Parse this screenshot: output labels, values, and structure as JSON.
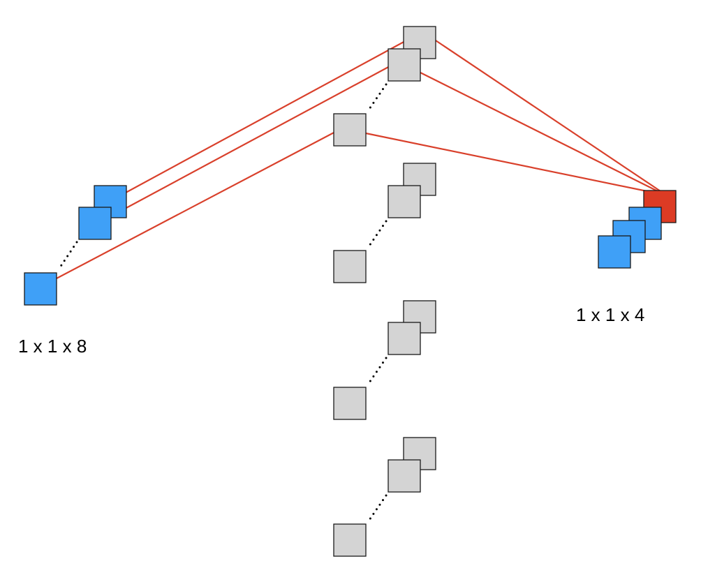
{
  "labels": {
    "input_dims": "1 x 1 x 8",
    "output_dims": "1 x 1 x 4"
  },
  "colors": {
    "input_cell": "#3fa0f7",
    "hidden_cell": "#d4d4d4",
    "output_active": "#dc3b24",
    "connection": "#d9402b",
    "outline": "#1a1a1a"
  },
  "groups": {
    "input_cells": 3,
    "hidden_groups": 4,
    "hidden_cells_per_group": 3,
    "output_cells": 4
  }
}
